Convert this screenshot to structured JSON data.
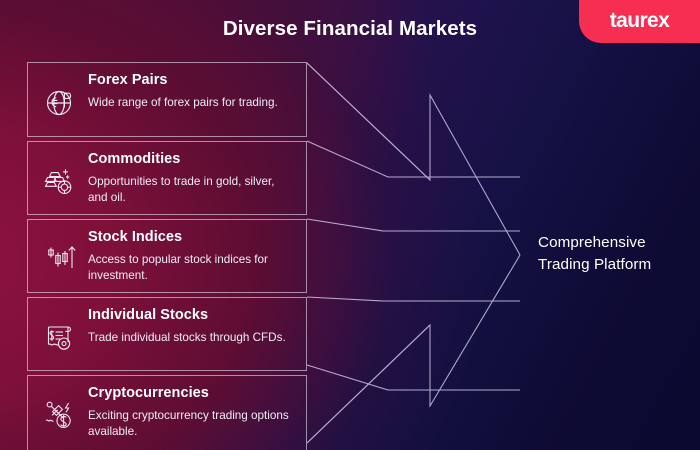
{
  "header": {
    "title": "Diverse Financial Markets",
    "logo_text": "taurex",
    "logo_color": "#f62f52"
  },
  "theme": {
    "background_start": "#5a0f37",
    "background_end": "#0b0930",
    "line_color": "#cfc8e8",
    "text_color": "#ffffff"
  },
  "cards": [
    {
      "icon": "globe-currency-icon",
      "title": "Forex Pairs",
      "desc": "Wide range of forex pairs for trading."
    },
    {
      "icon": "gold-bars-coin-icon",
      "title": "Commodities",
      "desc": "Opportunities to trade in gold, silver, and oil."
    },
    {
      "icon": "candlestick-chart-icon",
      "title": "Stock Indices",
      "desc": "Access to popular stock indices for investment."
    },
    {
      "icon": "stock-certificate-icon",
      "title": "Individual Stocks",
      "desc": "Trade individual stocks through CFDs."
    },
    {
      "icon": "crypto-mining-icon",
      "title": "Cryptocurrencies",
      "desc": "Exciting cryptocurrency trading options available."
    }
  ],
  "outcome": {
    "label": "Comprehensive Trading Platform"
  }
}
